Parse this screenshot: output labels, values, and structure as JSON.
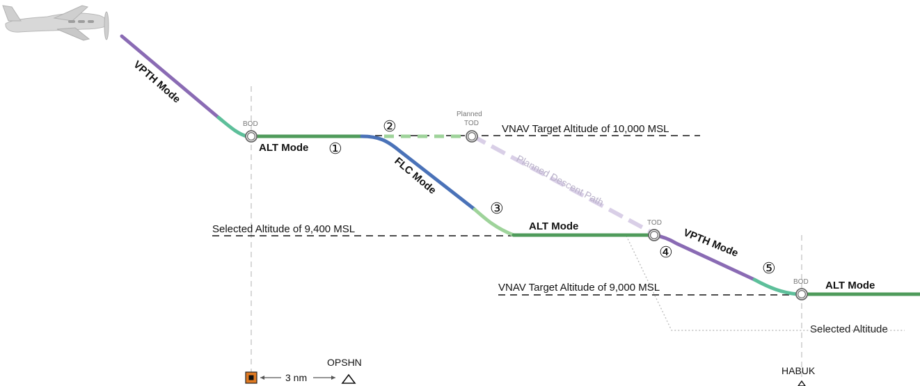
{
  "labels": {
    "mode_vpth_1": "VPTH Mode",
    "mode_alt_1": "ALT Mode",
    "mode_flc": "FLC Mode",
    "mode_alt_2": "ALT Mode",
    "mode_vpth_2": "VPTH Mode",
    "mode_alt_3": "ALT Mode",
    "bod_1": "BOD",
    "bod_2": "BOD",
    "tod": "TOD",
    "planned_tod_line1": "Planned",
    "planned_tod_line2": "TOD",
    "planned_descent_path": "Planned Descent Path",
    "vnav_target_10000": "VNAV Target Altitude of 10,000 MSL",
    "selected_altitude_9400": "Selected Altitude of 9,400 MSL",
    "vnav_target_9000": "VNAV Target Altitude of 9,000 MSL",
    "selected_altitude": "Selected Altitude",
    "waypoint_opshn": "OPSHN",
    "waypoint_habuk": "HABUK",
    "distance": "3 nm"
  },
  "steps": [
    "①",
    "②",
    "③",
    "④",
    "⑤"
  ],
  "colors": {
    "vpth": "#8a6bb4",
    "alt": "#4f9b5b",
    "transition": "#5dbf9a",
    "flc": "#4a72b8",
    "light_green": "#9ed39a",
    "planned_path": "#d9cfe7",
    "dashed_line": "#111111",
    "guide": "#bdbdbd",
    "airport_fill": "#e07a22"
  },
  "icons": {
    "aircraft": "aircraft-icon",
    "airport": "airport-icon",
    "waypoint": "waypoint-triangle-icon"
  }
}
